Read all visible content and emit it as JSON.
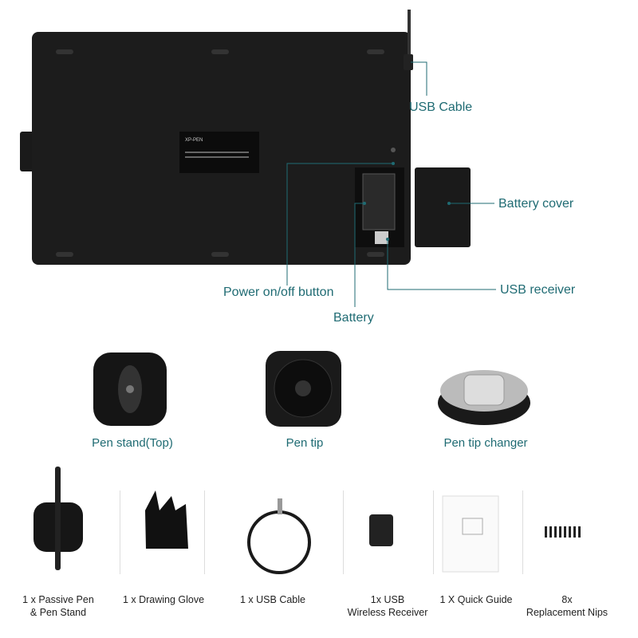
{
  "brand_logo": "XP-PEN",
  "colors": {
    "label": "#1f6b73",
    "tablet": "#1c1c1c"
  },
  "callouts": {
    "usb_cable": "USB Cable",
    "battery_cover": "Battery cover",
    "power_button": "Power on/off button",
    "usb_receiver": "USB receiver",
    "battery": "Battery"
  },
  "accessories": [
    {
      "label": "Pen stand(Top)"
    },
    {
      "label": "Pen tip"
    },
    {
      "label": "Pen tip changer"
    }
  ],
  "package_items": [
    {
      "line1": "1 x Passive Pen",
      "line2": "& Pen Stand"
    },
    {
      "line1": "1 x Drawing Glove",
      "line2": ""
    },
    {
      "line1": "1 x USB Cable",
      "line2": ""
    },
    {
      "line1": "1x USB",
      "line2": "Wireless Receiver"
    },
    {
      "line1": "1 X Quick Guide",
      "line2": ""
    },
    {
      "line1": "8x",
      "line2": "Replacement Nips"
    }
  ]
}
